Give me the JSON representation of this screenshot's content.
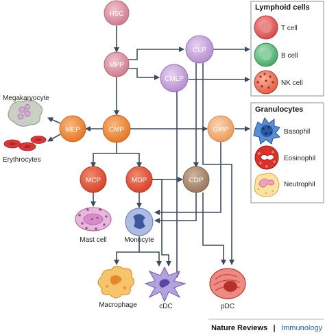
{
  "nodes": {
    "hsc": "HSC",
    "mpp": "MPP",
    "clp": "CLP",
    "cmlp": "CMLP",
    "mep": "MEP",
    "cmp": "CMP",
    "gmp": "GMP",
    "mcp": "MCP",
    "mdp": "MDP",
    "cdp": "CDP"
  },
  "cells": {
    "megakaryocyte": "Megakaryocyte",
    "erythrocytes": "Erythrocytes",
    "mast_cell": "Mast cell",
    "monocyte": "Monocyte",
    "macrophage": "Macrophage",
    "cdc": "cDC",
    "pdc": "pDC"
  },
  "lymphoid_panel": {
    "title": "Lymphoid cells",
    "items": [
      "T cell",
      "B cell",
      "NK cell"
    ]
  },
  "granulocyte_panel": {
    "title": "Granulocytes",
    "items": [
      "Basophil",
      "Eosinophil",
      "Neutrophil"
    ]
  },
  "footer": {
    "journal": "Nature Reviews",
    "separator": "|",
    "section": "Immunology"
  },
  "colors": {
    "progenitor_pink": "#d98a9a",
    "lymphoid_lavender": "#c9a9dd",
    "myeloid_orange": "#f08b3c",
    "mcp_red": "#e2533a",
    "cdp_brown": "#a88a72",
    "gmp_peach": "#f2b07a",
    "t_cell": "#e06060",
    "b_cell": "#5cb87a",
    "nk_cell": "#e86a50",
    "monocyte_blue": "#7d93c9",
    "cdc_purple": "#9b85c8",
    "pdc_red": "#d84c4c",
    "macrophage_orange": "#f5b04a"
  }
}
